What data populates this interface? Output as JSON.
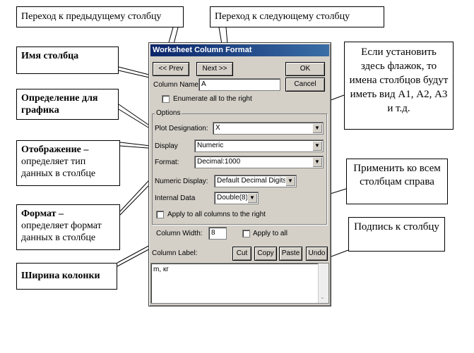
{
  "callouts": {
    "prev_col": "Переход к предыдущему столбцу",
    "next_col": "Переход к следующему столбцу",
    "col_name": "Имя столбца",
    "enumerate": "Если установить здесь флажок, то имена столбцов будут иметь вид А1, А2, А3 и т.д.",
    "plot_des": "Определение для графика",
    "display_bold": "Отображение –",
    "display_rest": "определяет тип данных в столбце",
    "apply_all": "Применить ко всем столбцам справа",
    "format_bold": "Формат –",
    "format_rest": "определяет формат данных в столбце",
    "col_label": "Подпись к столбцу",
    "col_width": "Ширина колонки"
  },
  "dialog": {
    "title": "Worksheet Column Format",
    "prev_button": "<< Prev",
    "next_button": "Next >>",
    "ok_button": "OK",
    "cancel_button": "Cancel",
    "column_name_label": "Column Name:",
    "column_name_value": "A",
    "enumerate_label": "Enumerate all to the right",
    "options_group": "Options",
    "plot_designation_label": "Plot Designation:",
    "plot_designation_value": "X",
    "display_label": "Display",
    "display_value": "Numeric",
    "format_label": "Format:",
    "format_value": "Decimal:1000",
    "numeric_display_label": "Numeric Display:",
    "numeric_display_value": "Default Decimal Digits",
    "internal_data_label": "Internal Data",
    "internal_data_value": "Double(8)",
    "apply_all_label": "Apply to all columns to the right",
    "column_width_label": "Column Width:",
    "column_width_value": "8",
    "apply_to_all_label": "Apply to all",
    "column_label_label": "Column Label:",
    "cut_button": "Cut",
    "copy_button": "Copy",
    "paste_button": "Paste",
    "undo_button": "Undo",
    "column_label_text": "m, кг"
  }
}
